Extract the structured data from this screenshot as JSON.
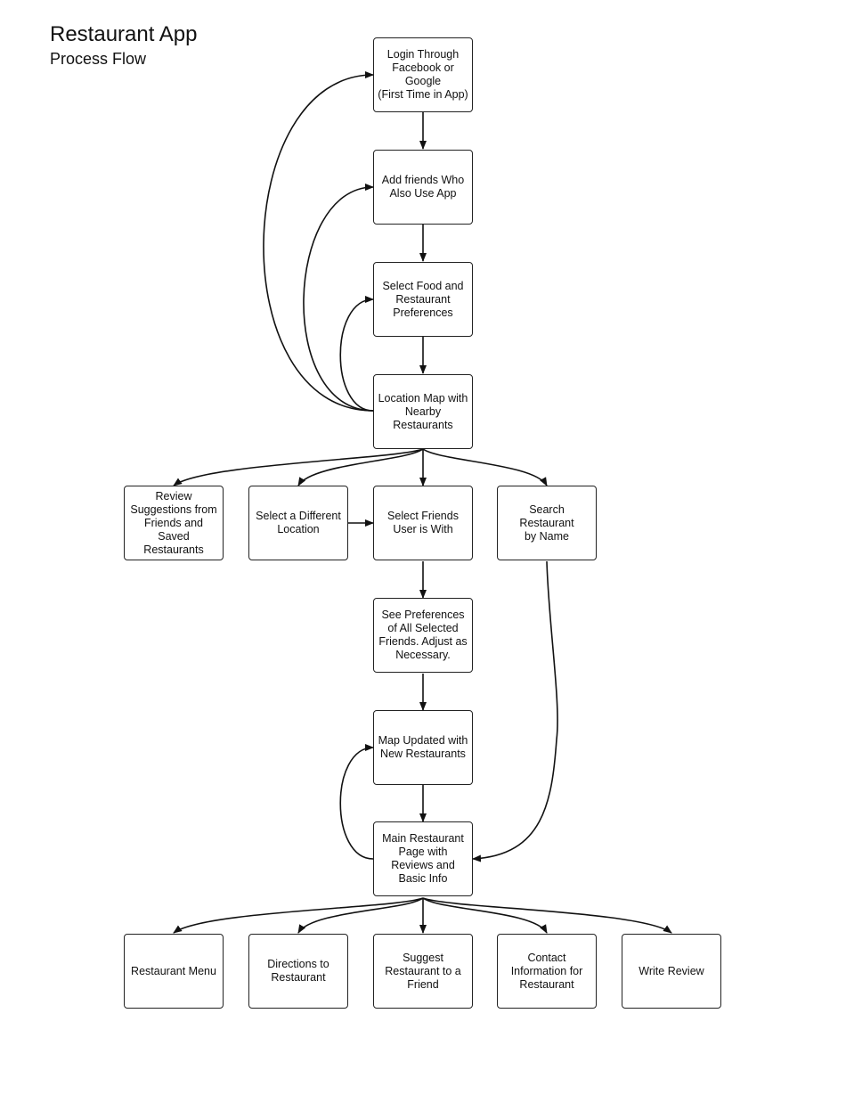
{
  "header": {
    "title": "Restaurant App",
    "subtitle": "Process Flow"
  },
  "nodes": {
    "login": "Login Through\nFacebook or\nGoogle\n(First Time in App)",
    "add_friends": "Add friends Who\nAlso Use App",
    "preferences": "Select Food and\nRestaurant\nPreferences",
    "location_map": "Location Map with\nNearby\nRestaurants",
    "review_suggestions": "Review\nSuggestions from\nFriends and\nSaved\nRestaurants",
    "different_location": "Select a Different\nLocation",
    "select_friends": "Select Friends\nUser is With",
    "search_restaurant": "Search Restaurant\nby Name",
    "see_preferences": "See Preferences\nof All Selected\nFriends. Adjust as\nNecessary.",
    "map_updated": "Map Updated with\nNew Restaurants",
    "main_page": "Main Restaurant\nPage with\nReviews and\nBasic Info",
    "menu": "Restaurant Menu",
    "directions": "Directions to\nRestaurant",
    "suggest": "Suggest\nRestaurant to a\nFriend",
    "contact": "Contact\nInformation for\nRestaurant",
    "write_review": "Write Review"
  },
  "colors": {
    "line": "#111111",
    "box_border": "#222222",
    "background": "#ffffff"
  }
}
